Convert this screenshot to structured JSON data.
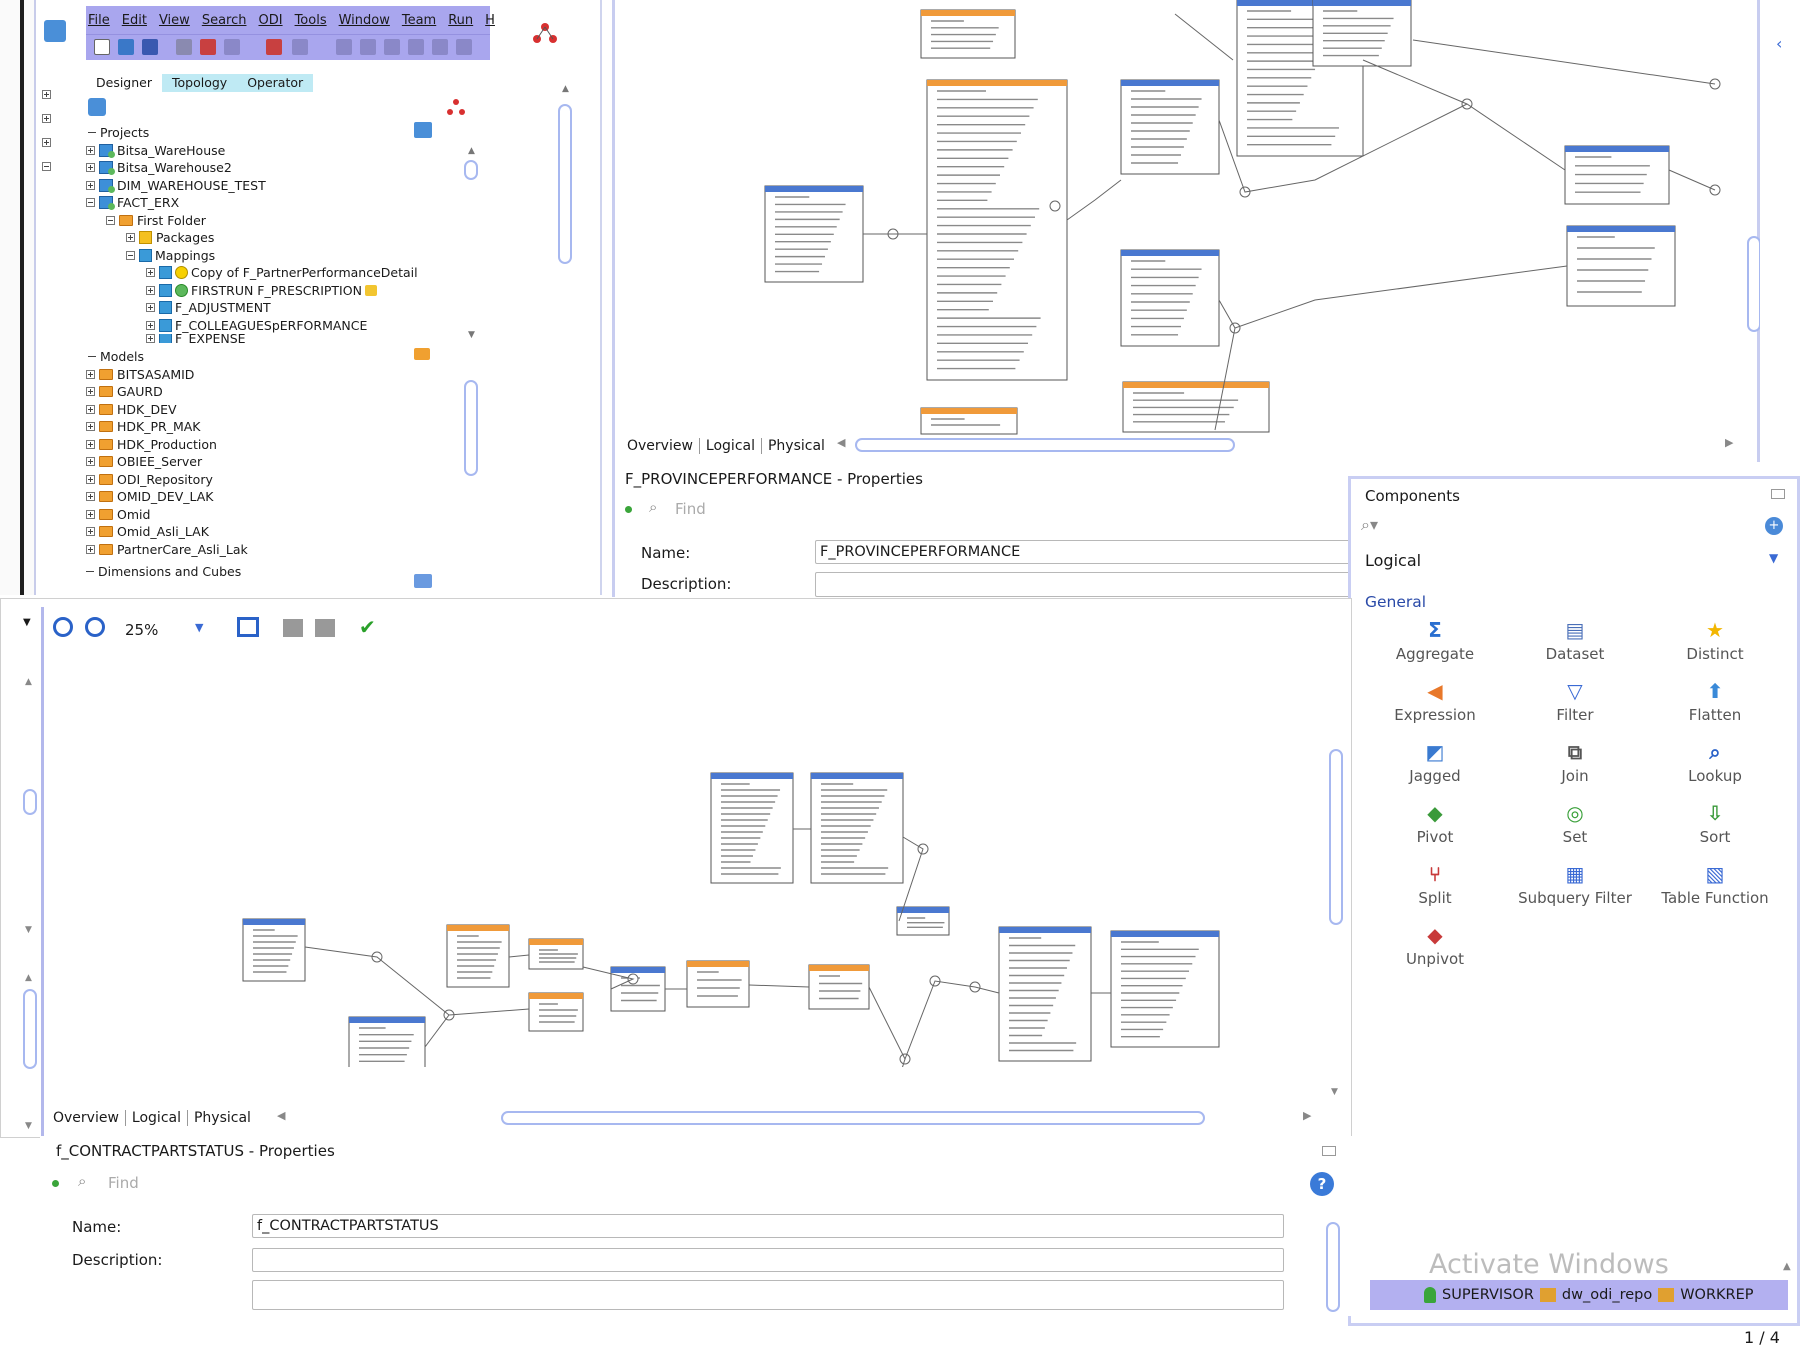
{
  "menu": [
    "File",
    "Edit",
    "View",
    "Search",
    "ODI",
    "Tools",
    "Window",
    "Team",
    "Run",
    "H"
  ],
  "nav_tabs": [
    "Designer",
    "Topology",
    "Operator"
  ],
  "projects": {
    "label": "Projects",
    "items": [
      "Bitsa_WareHouse",
      "Bitsa_Warehouse2",
      "DIM_WAREHOUSE_TEST",
      "FACT_ERX"
    ],
    "folder": "First Folder",
    "packages": "Packages",
    "mappings": "Mappings",
    "mapping_items": [
      "Copy of F_PartnerPerformanceDetail",
      "FIRSTRUN F_PRESCRIPTION",
      "F_ADJUSTMENT",
      "F_COLLEAGUESpERFORMANCE",
      "F_EXPENSE"
    ]
  },
  "models": {
    "label": "Models",
    "items": [
      "BITSASAMID",
      "GAURD",
      "HDK_DEV",
      "HDK_PR_MAK",
      "HDK_Production",
      "OBIEE_Server",
      "ODI_Repository",
      "OMID_DEV_LAK",
      "Omid",
      "Omid_Asli_LAK",
      "PartnerCare_Asli_Lak"
    ]
  },
  "dimensions": "Dimensions and Cubes",
  "view_tabs": [
    "Overview",
    "Logical",
    "Physical"
  ],
  "prop_top": {
    "title": "F_PROVINCEPERFORMANCE - Properties",
    "find": "Find",
    "name_label": "Name:",
    "name_value": "F_PROVINCEPERFORMANCE",
    "desc_label": "Description:"
  },
  "components": {
    "title": "Components",
    "section": "Logical",
    "group": "General",
    "items": [
      {
        "label": "Aggregate",
        "icon": "sigma-icon",
        "color": "#2a6fd0"
      },
      {
        "label": "Dataset",
        "icon": "dataset-icon",
        "color": "#4a6fb8"
      },
      {
        "label": "Distinct",
        "icon": "star-icon",
        "color": "#f2b600"
      },
      {
        "label": "Expression",
        "icon": "expression-icon",
        "color": "#e8782a"
      },
      {
        "label": "Filter",
        "icon": "funnel-icon",
        "color": "#3a6ad4"
      },
      {
        "label": "Flatten",
        "icon": "flatten-icon",
        "color": "#3a8ad8"
      },
      {
        "label": "Jagged",
        "icon": "jagged-icon",
        "color": "#3a7ad0"
      },
      {
        "label": "Join",
        "icon": "join-icon",
        "color": "#555555"
      },
      {
        "label": "Lookup",
        "icon": "magnifier-icon",
        "color": "#2a62c8"
      },
      {
        "label": "Pivot",
        "icon": "pivot-icon",
        "color": "#3a9a3a"
      },
      {
        "label": "Set",
        "icon": "set-icon",
        "color": "#3aa03a"
      },
      {
        "label": "Sort",
        "icon": "sort-icon",
        "color": "#3a9a3a"
      },
      {
        "label": "Split",
        "icon": "split-icon",
        "color": "#c83a3a"
      },
      {
        "label": "Subquery Filter",
        "icon": "subquery-icon",
        "color": "#3a6ad4"
      },
      {
        "label": "Table Function",
        "icon": "table-function-icon",
        "color": "#3a6ad4"
      },
      {
        "label": "Unpivot",
        "icon": "unpivot-icon",
        "color": "#c83a3a"
      }
    ]
  },
  "watermark": "Activate Windows",
  "status": {
    "user": "SUPERVISOR",
    "repo": "dw_odi_repo",
    "work": "WORKREP"
  },
  "zoom": "25%",
  "prop_bot": {
    "title": "f_CONTRACTPARTSTATUS - Properties",
    "find": "Find",
    "name_label": "Name:",
    "name_value": "f_CONTRACTPARTSTATUS",
    "desc_label": "Description:"
  },
  "page_counter": "1 / 4",
  "help": "?"
}
